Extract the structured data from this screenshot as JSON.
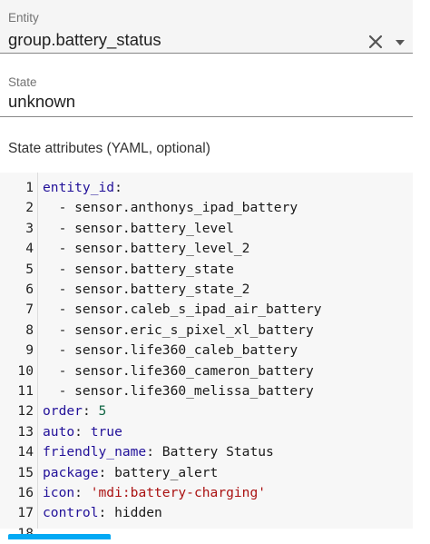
{
  "entity": {
    "label": "Entity",
    "value": "group.battery_status"
  },
  "state": {
    "label": "State",
    "value": "unknown"
  },
  "attributes": {
    "label": "State attributes (YAML, optional)",
    "lines": [
      {
        "num": "1",
        "tokens": [
          {
            "t": "entity_id",
            "c": "key"
          },
          {
            "t": ":",
            "c": "plain"
          }
        ]
      },
      {
        "num": "2",
        "tokens": [
          {
            "t": "  - sensor.anthonys_ipad_battery",
            "c": "plain"
          }
        ]
      },
      {
        "num": "3",
        "tokens": [
          {
            "t": "  - sensor.battery_level",
            "c": "plain"
          }
        ]
      },
      {
        "num": "4",
        "tokens": [
          {
            "t": "  - sensor.battery_level_2",
            "c": "plain"
          }
        ]
      },
      {
        "num": "5",
        "tokens": [
          {
            "t": "  - sensor.battery_state",
            "c": "plain"
          }
        ]
      },
      {
        "num": "6",
        "tokens": [
          {
            "t": "  - sensor.battery_state_2",
            "c": "plain"
          }
        ]
      },
      {
        "num": "7",
        "tokens": [
          {
            "t": "  - sensor.caleb_s_ipad_air_battery",
            "c": "plain"
          }
        ]
      },
      {
        "num": "8",
        "tokens": [
          {
            "t": "  - sensor.eric_s_pixel_xl_battery",
            "c": "plain"
          }
        ]
      },
      {
        "num": "9",
        "tokens": [
          {
            "t": "  - sensor.life360_caleb_battery",
            "c": "plain"
          }
        ]
      },
      {
        "num": "10",
        "tokens": [
          {
            "t": "  - sensor.life360_cameron_battery",
            "c": "plain"
          }
        ]
      },
      {
        "num": "11",
        "tokens": [
          {
            "t": "  - sensor.life360_melissa_battery",
            "c": "plain"
          }
        ]
      },
      {
        "num": "12",
        "tokens": [
          {
            "t": "order",
            "c": "key"
          },
          {
            "t": ": ",
            "c": "plain"
          },
          {
            "t": "5",
            "c": "num"
          }
        ]
      },
      {
        "num": "13",
        "tokens": [
          {
            "t": "auto",
            "c": "key"
          },
          {
            "t": ": ",
            "c": "plain"
          },
          {
            "t": "true",
            "c": "atom"
          }
        ]
      },
      {
        "num": "14",
        "tokens": [
          {
            "t": "friendly_name",
            "c": "key"
          },
          {
            "t": ": Battery Status",
            "c": "plain"
          }
        ]
      },
      {
        "num": "15",
        "tokens": [
          {
            "t": "package",
            "c": "key"
          },
          {
            "t": ": battery_alert",
            "c": "plain"
          }
        ]
      },
      {
        "num": "16",
        "tokens": [
          {
            "t": "icon",
            "c": "key"
          },
          {
            "t": ": ",
            "c": "plain"
          },
          {
            "t": "'mdi:battery-charging'",
            "c": "str"
          }
        ]
      },
      {
        "num": "17",
        "tokens": [
          {
            "t": "control",
            "c": "key"
          },
          {
            "t": ": hidden",
            "c": "plain"
          }
        ]
      },
      {
        "num": "18",
        "tokens": []
      }
    ]
  },
  "icons": {
    "clear": "close-icon",
    "dropdown": "chevron-down-icon"
  },
  "colors": {
    "key": "#221199",
    "number": "#116644",
    "string": "#aa1111",
    "accent": "#03a9f4"
  }
}
